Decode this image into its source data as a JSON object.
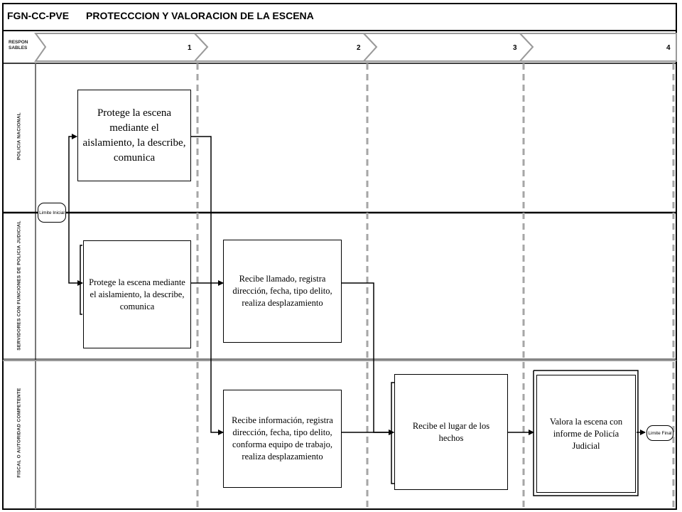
{
  "header": {
    "code": "FGN-CC-PVE",
    "title": "PROTECCCION Y VALORACION DE LA ESCENA",
    "responsables_label": "RESPON SABLES",
    "columns": [
      "1",
      "2",
      "3",
      "4"
    ]
  },
  "lanes": [
    {
      "label": "POLICIA NACIONAL"
    },
    {
      "label": "SERVIDORES CON FUNCIONES DE POLICIA JUDICIAL"
    },
    {
      "label": "FISCAL O AUTORIDAD COMPETENTE"
    }
  ],
  "terminals": {
    "start": "Limite Inicial",
    "end": "Limite Final"
  },
  "boxes": {
    "pn_protege": "Protege la escena mediante el aislamiento, la describe, comunica",
    "spj_protege": "Protege la escena mediante el aislamiento, la describe, comunica",
    "spj_recibe": "Recibe llamado, registra dirección, fecha, tipo delito, realiza desplazamiento",
    "fiscal_recibe_info": "Recibe información, registra dirección, fecha, tipo delito, conforma equipo de trabajo, realiza desplazamiento",
    "fiscal_recibe_lugar": "Recibe el lugar de los hechos",
    "fiscal_valora": "Valora la escena con informe de Policía Judicial"
  },
  "colors": {
    "line": "#000000",
    "divider": "#a6a6a6",
    "header_bg": "#ffffff"
  }
}
